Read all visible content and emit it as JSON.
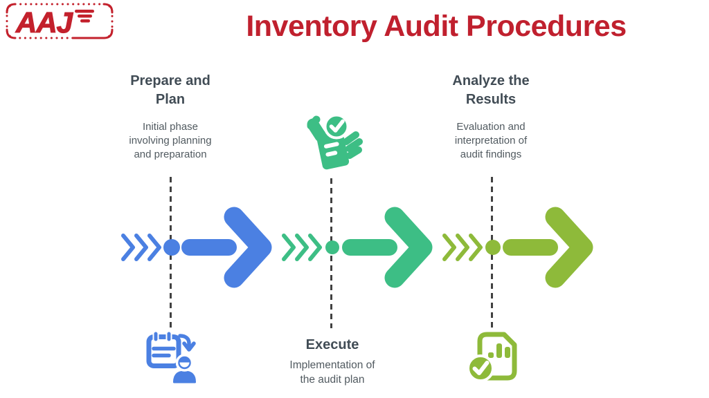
{
  "logo": {
    "text": "AAJ"
  },
  "title": "Inventory Audit Procedures",
  "steps": [
    {
      "name": "prepare-and-plan",
      "heading": "Prepare and\nPlan",
      "description": "Initial phase\ninvolving planning\nand preparation",
      "accent_color": "#4b80e2",
      "icon": "clipboard-user-icon",
      "icon_position": "bottom"
    },
    {
      "name": "execute",
      "heading": "Execute",
      "description": "Implementation of\nthe audit plan",
      "accent_color": "#3dbe85",
      "icon": "checklist-approval-icon",
      "icon_position": "top"
    },
    {
      "name": "analyze-the-results",
      "heading": "Analyze the\nResults",
      "description": "Evaluation and\ninterpretation of\naudit findings",
      "accent_color": "#8eba3a",
      "icon": "report-check-icon",
      "icon_position": "bottom"
    }
  ],
  "colors": {
    "background": "#ffffff",
    "title_red": "#c0202e",
    "logo_red": "#c3212c",
    "heading_text": "#414c55",
    "body_text": "#515a60",
    "dashed_line": "#414141",
    "step1_blue": "#4b80e2",
    "step2_green": "#3dbe85",
    "step3_lime": "#8eba3a"
  }
}
